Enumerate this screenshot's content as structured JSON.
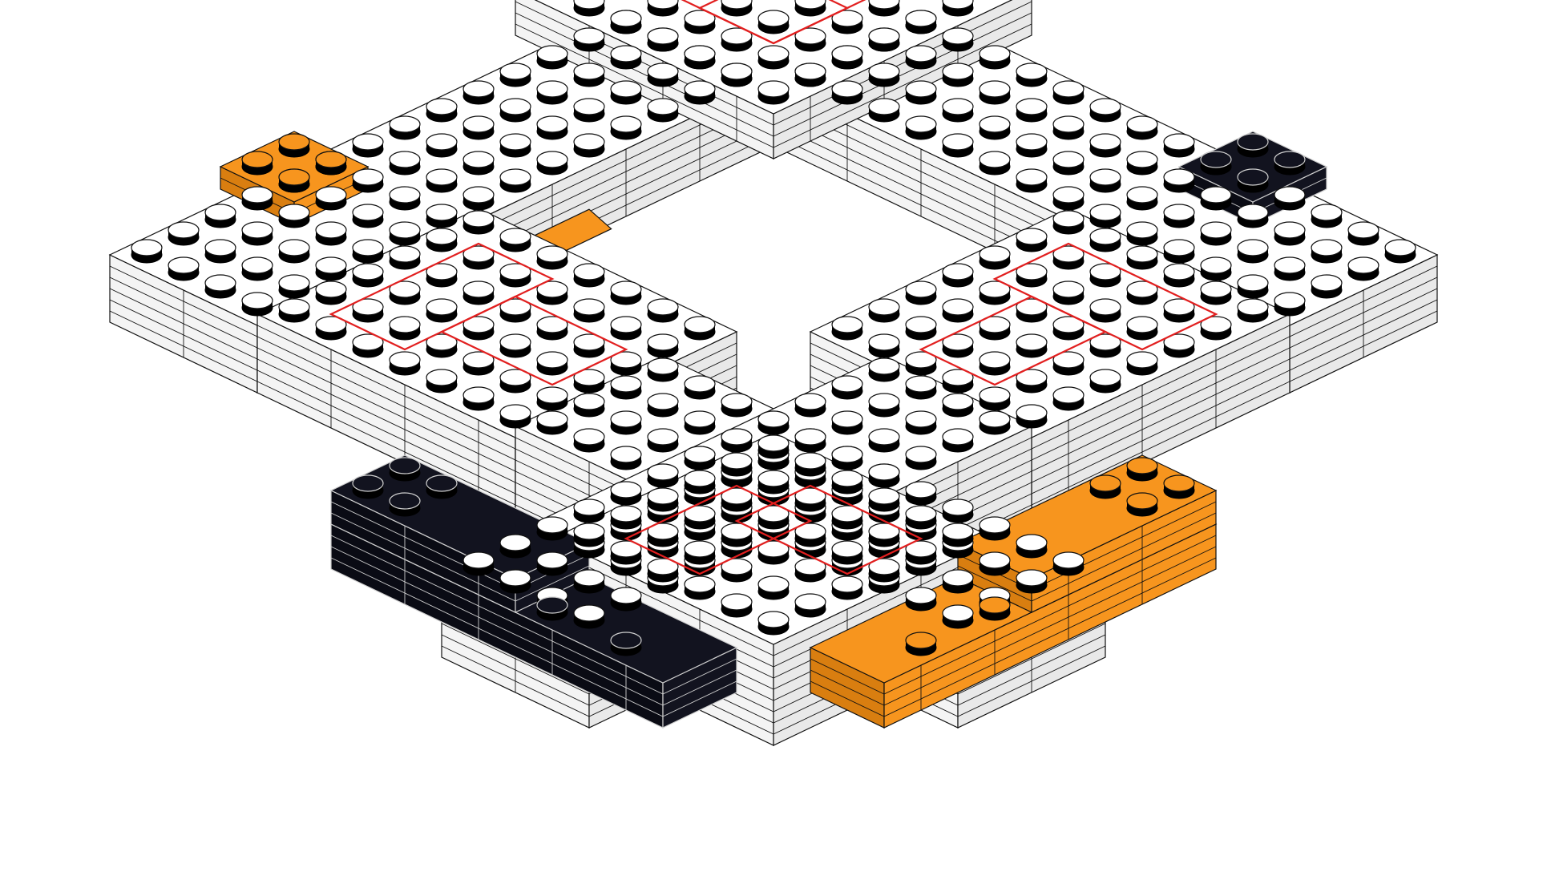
{
  "diagram": {
    "kind": "isometric-brick-ring",
    "colors": {
      "white_brick_top": "#ffffff",
      "white_brick_left": "#f4f4f4",
      "white_brick_right": "#e9e9e9",
      "outline": "#111111",
      "stud_top": "#ffffff",
      "stud_side": "#000000",
      "highlight_outline": "#e21f1f",
      "orange": "#f7951e",
      "orange_dark": "#d97e10",
      "black": "#12131f",
      "black_side": "#0a0b14",
      "black_line": "#cfcfcf"
    },
    "regions": [
      {
        "name": "ring",
        "color": "white"
      },
      {
        "name": "corner-top-left",
        "color": "orange"
      },
      {
        "name": "corner-top-right",
        "color": "black"
      },
      {
        "name": "corner-bottom-left",
        "color": "black"
      },
      {
        "name": "corner-bottom-right",
        "color": "orange"
      },
      {
        "name": "inner-ledge-left",
        "color": "orange"
      }
    ]
  }
}
